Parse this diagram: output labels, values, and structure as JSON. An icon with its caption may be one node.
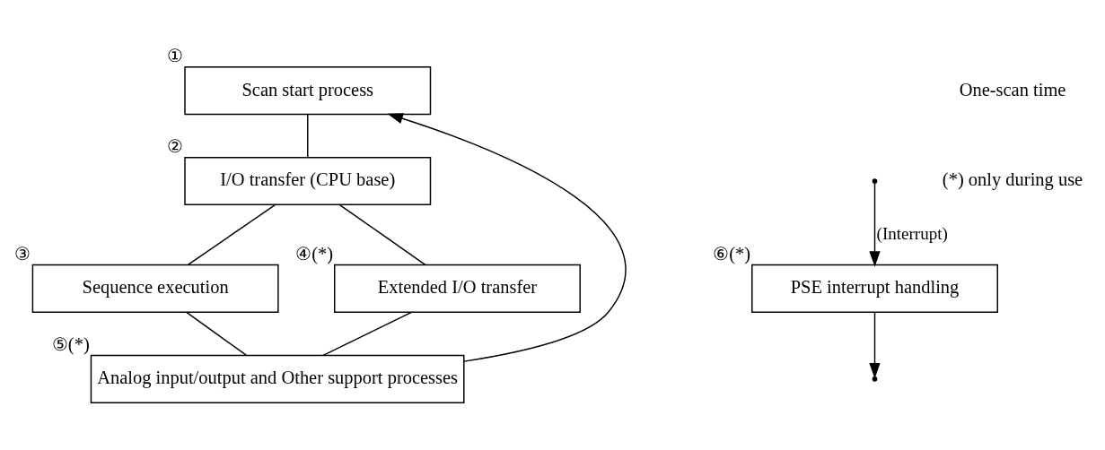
{
  "diagram": {
    "nodes": [
      {
        "text": [
          "Scan start process"
        ],
        "beside": [
          "①"
        ]
      },
      {
        "text": [
          "I/O transfer (CPU base)"
        ],
        "beside": [
          "②"
        ]
      },
      {
        "text": [
          "Sequence execution"
        ],
        "beside": [
          "③"
        ]
      },
      {
        "text": [
          "Extended I/O transfer"
        ],
        "beside": [
          "④(*)"
        ]
      },
      {
        "text": [
          "Analog input/output and Other support processes"
        ],
        "beside": [
          "⑤(*)"
        ]
      },
      {
        "text": [
          "PSE interrupt handling"
        ],
        "beside": [
          "⑥(*)"
        ]
      }
    ],
    "edges": [
      {
        "from": 4,
        "to": 0,
        "arrow": "to"
      },
      {
        "from": 0,
        "to": 1,
        "arrow": "none"
      },
      {
        "from": 1,
        "to": 2,
        "arrow": "none"
      },
      {
        "from": 1,
        "to": 3,
        "arrow": "none"
      },
      {
        "from": 2,
        "to": 4,
        "arrow": "none"
      },
      {
        "from": 3,
        "to": 4,
        "arrow": "none"
      },
      {
        "from": null,
        "to": 5,
        "arrow": "to",
        "label": "(Interrupt)"
      },
      {
        "from": 5,
        "to": null,
        "arrow": "to"
      }
    ],
    "labels": [
      "One-scan time",
      "(*) only during use"
    ]
  }
}
